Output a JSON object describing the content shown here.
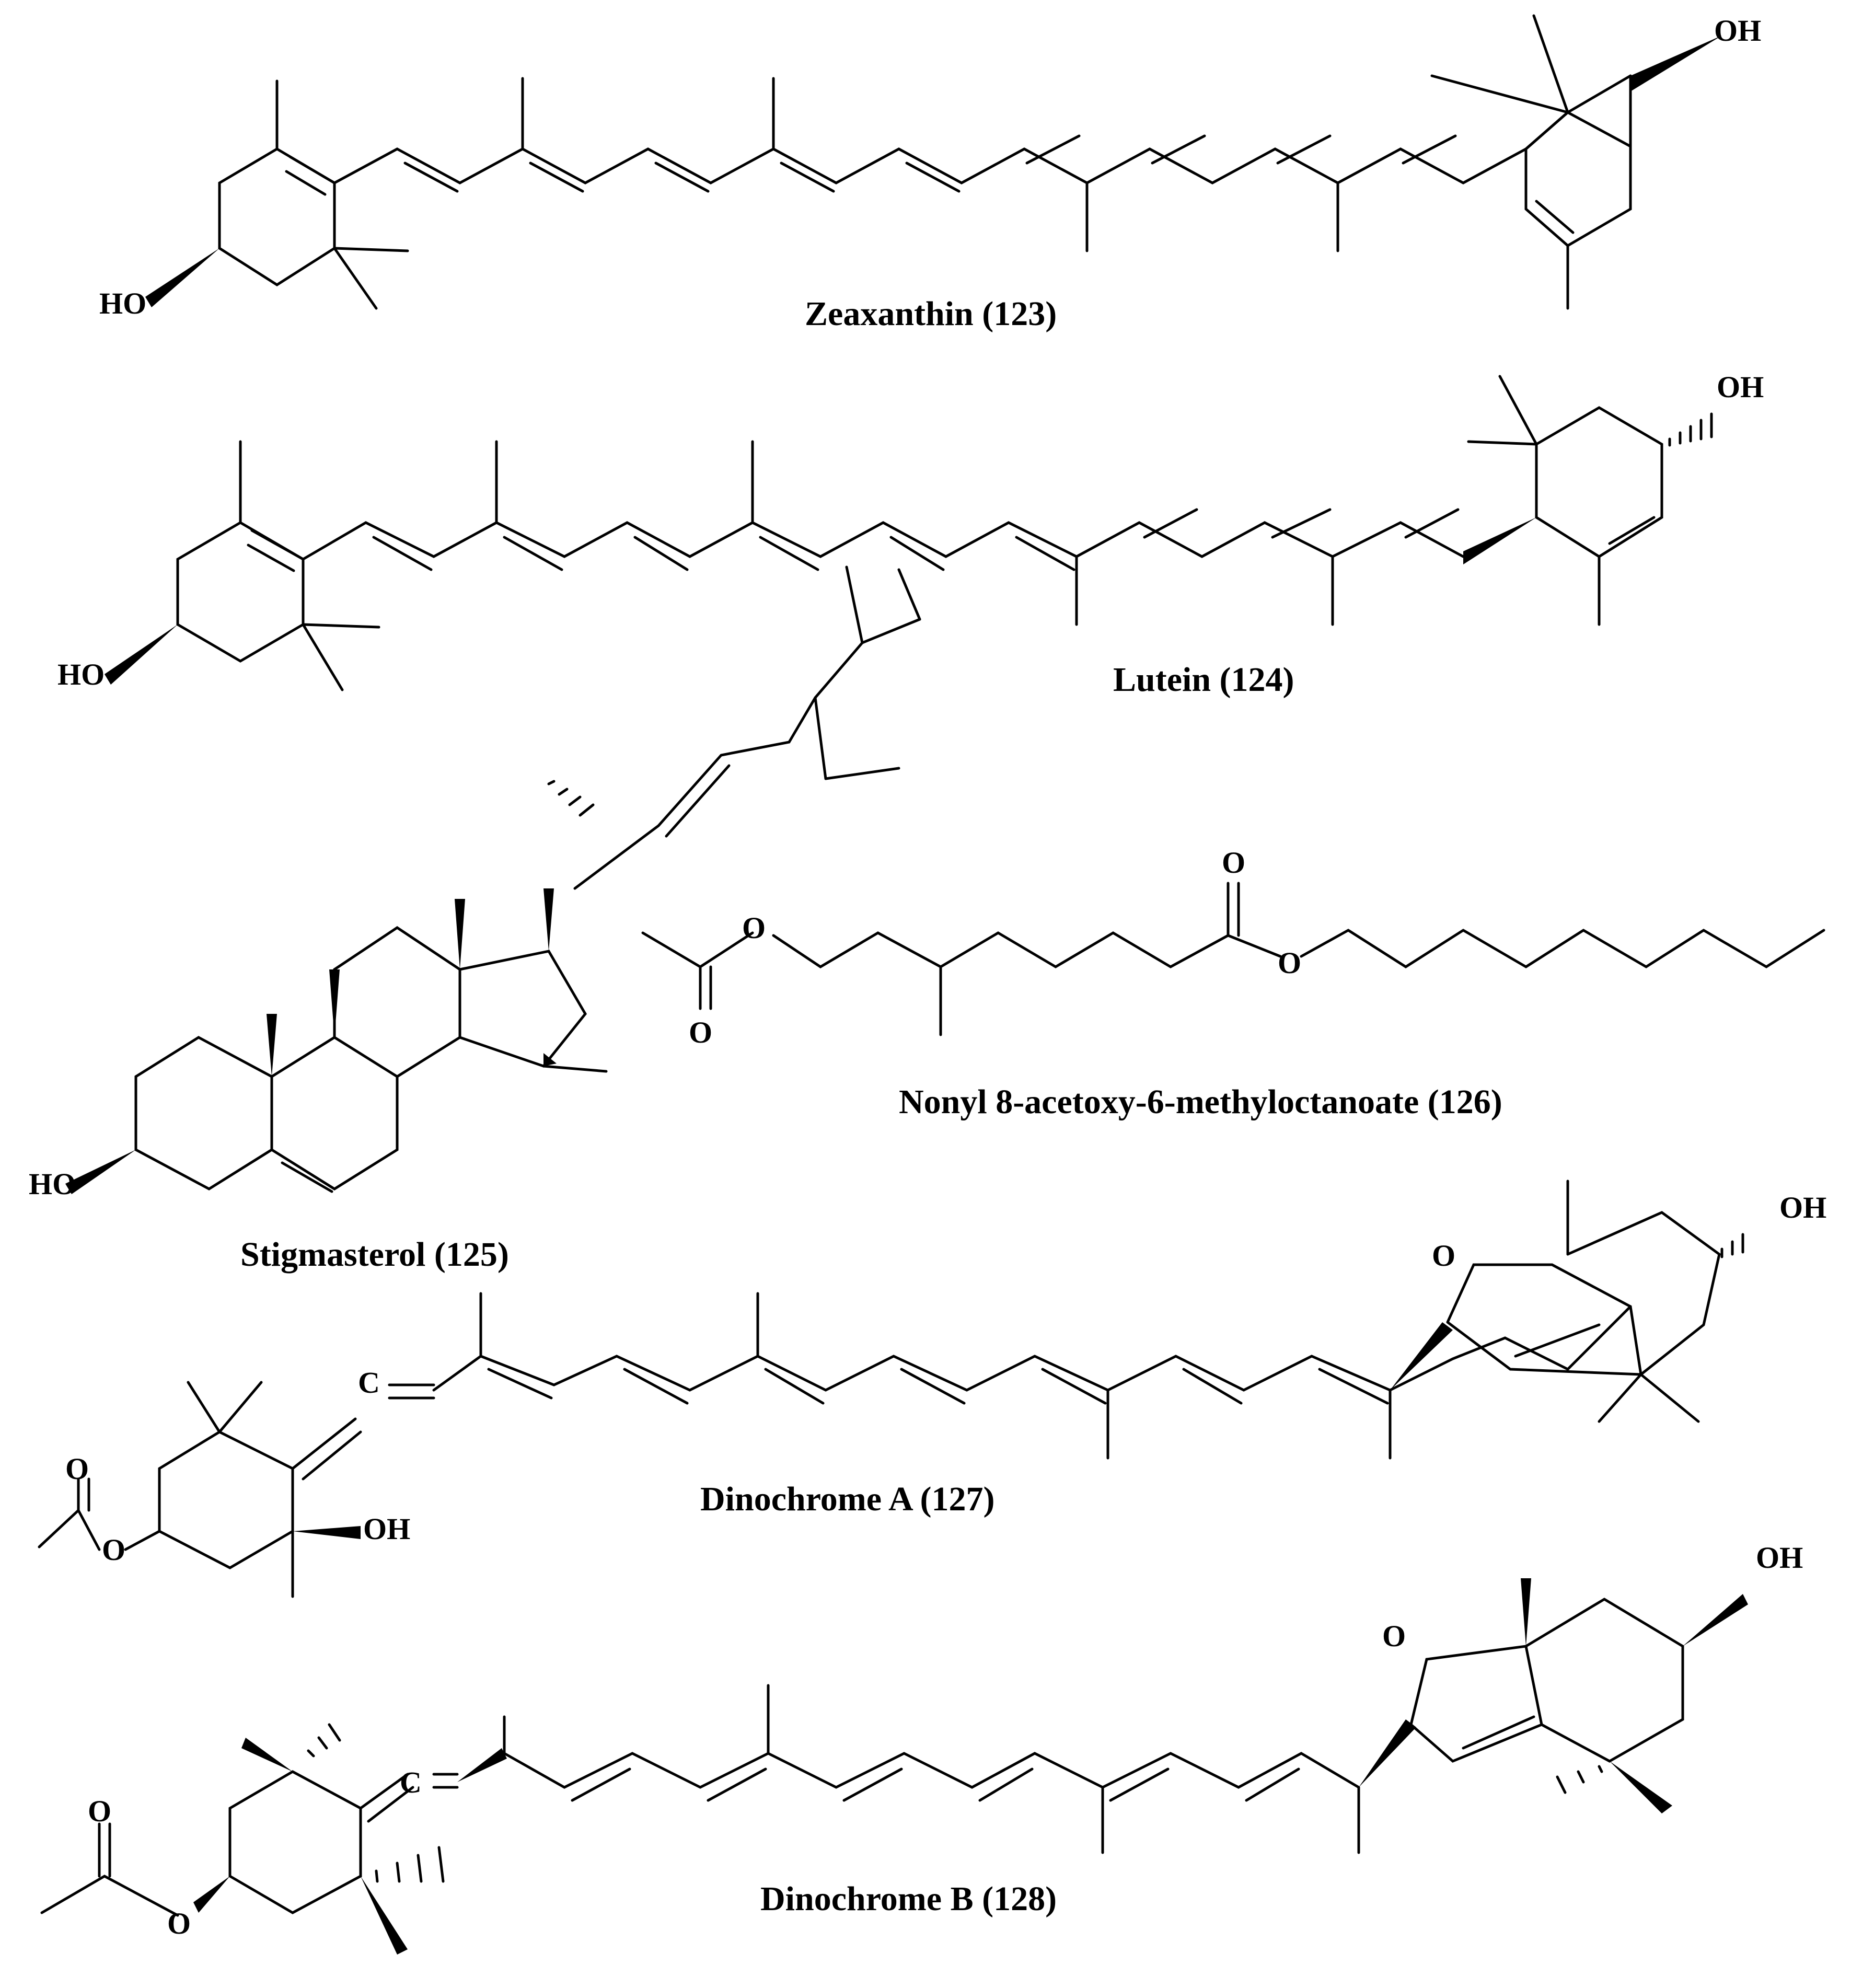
{
  "compounds": [
    {
      "id": "zeaxanthin",
      "label": "Zeaxanthin (123)",
      "atoms": [
        "HO",
        "OH"
      ]
    },
    {
      "id": "lutein",
      "label": "Lutein (124)",
      "atoms": [
        "HO",
        "OH"
      ]
    },
    {
      "id": "stigmasterol",
      "label": "Stigmasterol (125)",
      "atoms": [
        "HO"
      ]
    },
    {
      "id": "nonyl",
      "label": "Nonyl 8-acetoxy-6-methyloctanoate (126)",
      "atoms": [
        "O",
        "O",
        "O",
        "O"
      ]
    },
    {
      "id": "dinochrome-a",
      "label": "Dinochrome A (127)",
      "atoms": [
        "O",
        "OH",
        "C",
        "O",
        "O",
        "OH"
      ]
    },
    {
      "id": "dinochrome-b",
      "label": "Dinochrome B (128)",
      "atoms": [
        "O",
        "OH",
        "C",
        "O",
        "O"
      ]
    }
  ]
}
